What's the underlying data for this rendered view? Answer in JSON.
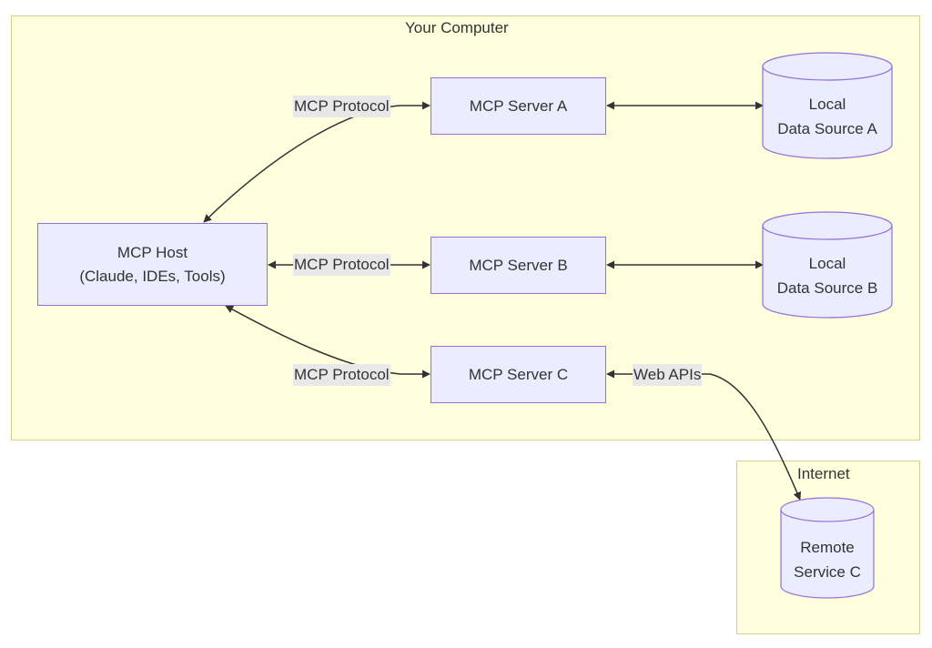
{
  "colors": {
    "cluster_fill": "#ffffde",
    "cluster_stroke": "#d2d28c",
    "node_fill": "#ececff",
    "node_stroke": "#9370db",
    "edge": "#333333",
    "edge_label_bg": "#e8e8e8",
    "text": "#333333"
  },
  "clusters": {
    "computer": {
      "title": "Your Computer"
    },
    "internet": {
      "title": "Internet"
    }
  },
  "nodes": {
    "host": {
      "line1": "MCP Host",
      "line2": "(Claude, IDEs, Tools)"
    },
    "server_a": {
      "label": "MCP Server A"
    },
    "server_b": {
      "label": "MCP Server B"
    },
    "server_c": {
      "label": "MCP Server C"
    },
    "data_a": {
      "line1": "Local",
      "line2": "Data Source A"
    },
    "data_b": {
      "line1": "Local",
      "line2": "Data Source B"
    },
    "remote_c": {
      "line1": "Remote",
      "line2": "Service C"
    }
  },
  "edges": {
    "host_a": {
      "label": "MCP Protocol"
    },
    "host_b": {
      "label": "MCP Protocol"
    },
    "host_c": {
      "label": "MCP Protocol"
    },
    "c_remote": {
      "label": "Web APIs"
    }
  }
}
